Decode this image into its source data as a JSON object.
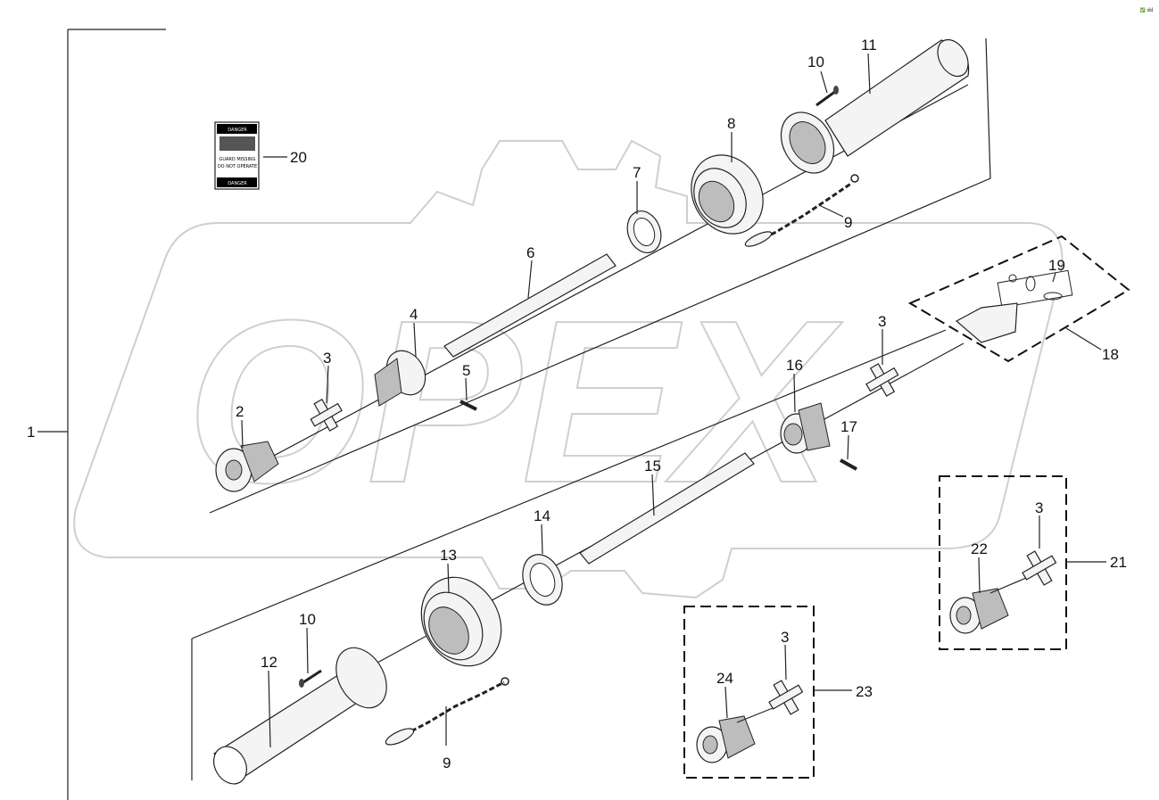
{
  "corner_code": "✅ ḋḋ",
  "labels": {
    "l1": "1",
    "l2": "2",
    "l3a": "3",
    "l3b": "3",
    "l3c": "3",
    "l3d": "3",
    "l4": "4",
    "l5": "5",
    "l6": "6",
    "l7": "7",
    "l8": "8",
    "l9a": "9",
    "l9b": "9",
    "l10a": "10",
    "l10b": "10",
    "l11": "11",
    "l12": "12",
    "l13": "13",
    "l14": "14",
    "l15": "15",
    "l16": "16",
    "l17": "17",
    "l18": "18",
    "l19": "19",
    "l20": "20",
    "l21": "21",
    "l22": "22",
    "l23": "23",
    "l24": "24"
  },
  "decal": {
    "top": "DANGER",
    "mid1": "GUARD MISSING",
    "mid2": "DO NOT OPERATE",
    "bottom": "DANGER"
  },
  "watermark": "OPEX"
}
